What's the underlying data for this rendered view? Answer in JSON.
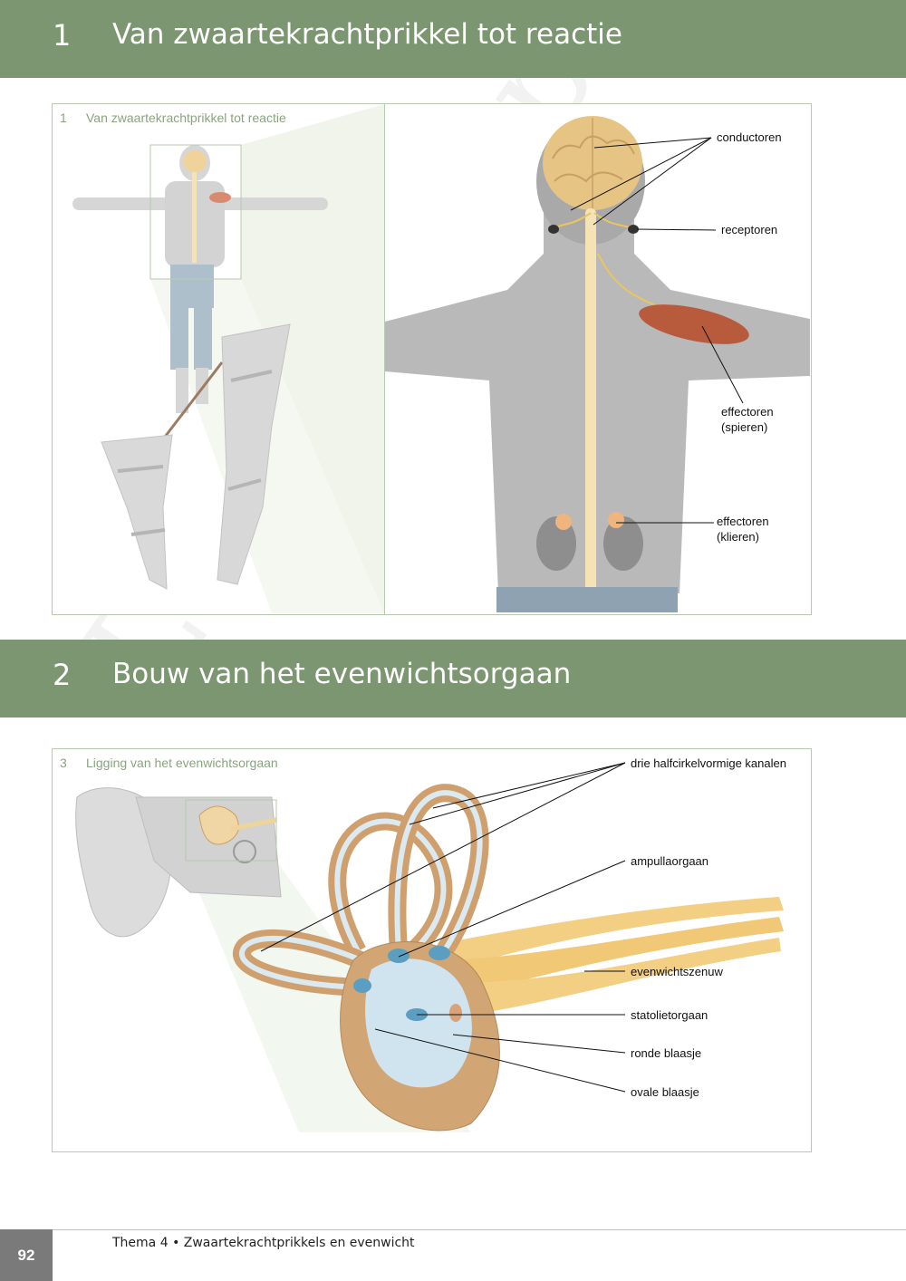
{
  "section1": {
    "number": "1",
    "title": "Van zwaartekrachtprikkel tot reactie"
  },
  "figure1": {
    "number": "1",
    "title": "Van zwaartekrachtprikkel tot reactie",
    "labels": {
      "conductoren": "conductoren",
      "receptoren": "receptoren",
      "effectoren_spieren_1": "effectoren",
      "effectoren_spieren_2": "(spieren)",
      "effectoren_klieren_1": "effectoren",
      "effectoren_klieren_2": "(klieren)"
    }
  },
  "section2": {
    "number": "2",
    "title": "Bouw van het evenwichtsorgaan"
  },
  "figure3": {
    "number": "3",
    "title": "Ligging van het evenwichtsorgaan",
    "labels": {
      "kanalen": "drie halfcirkelvormige kanalen",
      "ampulla": "ampullaorgaan",
      "zenuw": "evenwichtszenuw",
      "statoliet": "statolietorgaan",
      "ronde": "ronde blaasje",
      "ovale": "ovale blaasje"
    }
  },
  "footer": {
    "page": "92",
    "text": "Thema 4 • Zwaartekrachtprikkels en evenwicht"
  },
  "colors": {
    "band": "#7b9670",
    "frame": "#b7c9ae",
    "page_box": "#7a7a7a"
  }
}
